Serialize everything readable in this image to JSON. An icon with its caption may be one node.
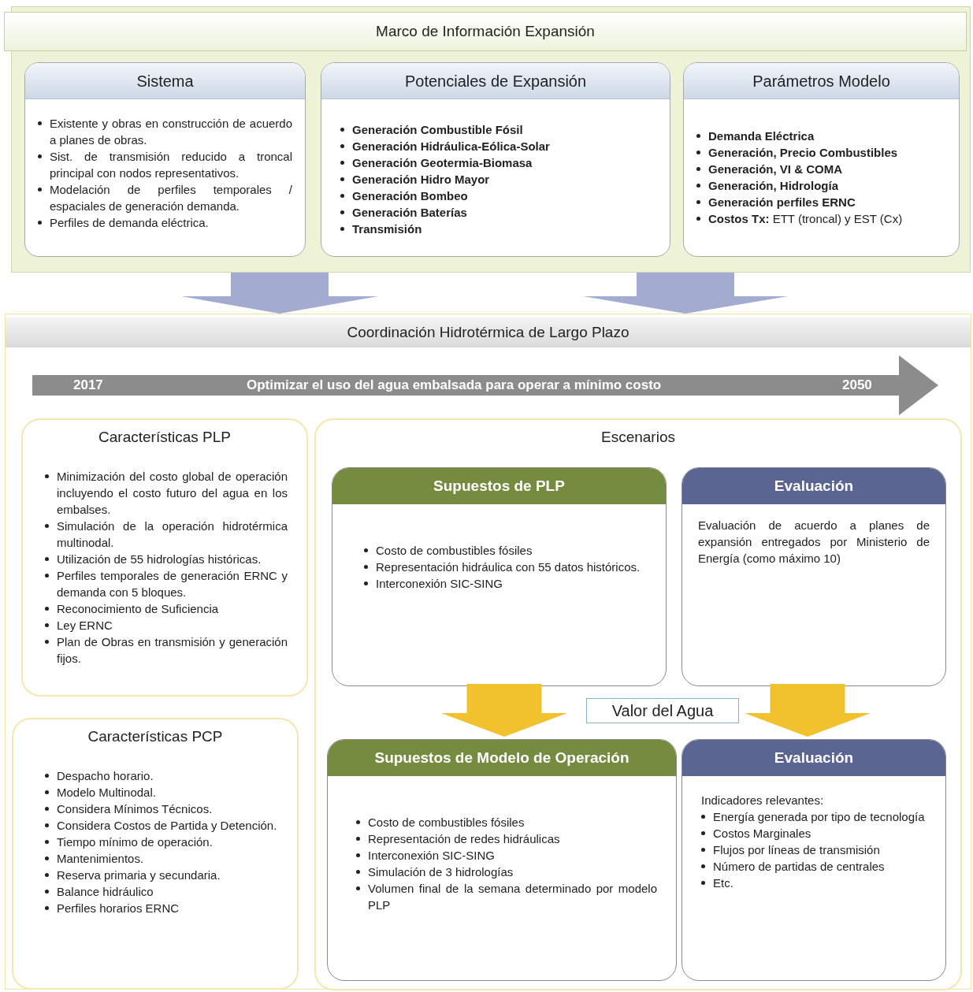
{
  "diagram": {
    "nodes": [
      {
        "text": [
          "Marco de Información Expansión"
        ]
      },
      {
        "text": [
          "Sistema",
          "Existente y obras en construcción de acuerdo a planes de obras.",
          "Sist. de transmisión reducido a troncal principal con nodos representativos.",
          "Modelación de perfiles temporales / espaciales de generación demanda.",
          "Perfiles de demanda eléctrica."
        ],
        "in": 0
      },
      {
        "text": [
          "Potenciales de Expansión",
          "Generación Combustible Fósil",
          "Generación Hidráulica-Eólica-Solar",
          "Generación Geotermia-Biomasa",
          "Generación Hidro Mayor",
          "Generación Bombeo",
          "Generación Baterías",
          "Transmisión"
        ],
        "in": 0
      },
      {
        "text": [
          "Parámetros Modelo",
          "Demanda Eléctrica",
          "Generación, Precio Combustibles",
          "Generación, VI & COMA",
          "Generación, Hidrología",
          "Generación perfiles ERNC",
          "**Costos Tx:** ETT (troncal) y EST (Cx)"
        ],
        "in": 0
      },
      {
        "text": [
          "Coordinación Hidrotérmica de Largo Plazo"
        ]
      },
      {
        "text": [
          "2017",
          "Optimizar el uso del agua embalsada para operar a mínimo costo",
          "2050"
        ],
        "in": 4
      },
      {
        "text": [
          "Características PLP",
          "Minimización del costo global de operación incluyendo el costo futuro del agua en los embalses.",
          "Simulación de la operación hidrotérmica multinodal.",
          "Utilización de 55 hidrologías históricas.",
          "Perfiles temporales de generación ERNC y demanda con 5 bloques.",
          "Reconocimiento de Suficiencia",
          "Ley ERNC",
          "Plan de Obras en transmisión y generación fijos."
        ],
        "in": 4
      },
      {
        "text": [
          "Escenarios"
        ],
        "in": 4
      },
      {
        "text": [
          "Supuestos de PLP",
          "Costo de combustibles fósiles",
          "Representación hidráulica con 55 datos históricos.",
          "Interconexión SIC-SING"
        ],
        "in": 7
      },
      {
        "text": [
          "Evaluación",
          "Evaluación de acuerdo a planes de expansión entregados por Ministerio de Energía (como máximo 10)"
        ],
        "in": 7
      },
      {
        "text": [
          "Valor del Agua"
        ],
        "in": 7
      },
      {
        "text": [
          "Supuestos de Modelo de Operación",
          "Costo de combustibles fósiles",
          "Representación de redes hidráulicas",
          "Interconexión SIC-SING",
          "Simulación de 3 hidrologías",
          "Volumen final de la semana determinado por modelo PLP"
        ],
        "in": 7
      },
      {
        "text": [
          "Evaluación",
          "Indicadores relevantes:",
          "Energía generada por tipo de tecnología",
          "Costos Marginales",
          "Flujos por líneas de transmisión",
          "Número de partidas de centrales",
          "Etc."
        ],
        "in": 7
      },
      {
        "text": [
          "Características PCP",
          "Despacho horario.",
          "Modelo Multinodal.",
          "Considera Mínimos Técnicos.",
          "Considera Costos de Partida y Detención.",
          "Tiempo mínimo de operación.",
          "Mantenimientos.",
          "Reserva primaria y secundaria.",
          "Balance hidráulico",
          "Perfiles horarios ERNC"
        ],
        "in": 4
      }
    ],
    "edges": [
      {
        "from": 0,
        "to": 4,
        "arrow": "to",
        "style": "thick",
        "color": "#a3acd0"
      },
      {
        "from": 0,
        "to": 4,
        "arrow": "to",
        "style": "thick",
        "color": "#a3acd0"
      },
      {
        "from": 8,
        "to": 11,
        "arrow": "to",
        "style": "thick",
        "color": "#f2c12e"
      },
      {
        "from": 9,
        "to": 12,
        "arrow": "to",
        "style": "thick",
        "color": "#f2c12e"
      }
    ]
  }
}
